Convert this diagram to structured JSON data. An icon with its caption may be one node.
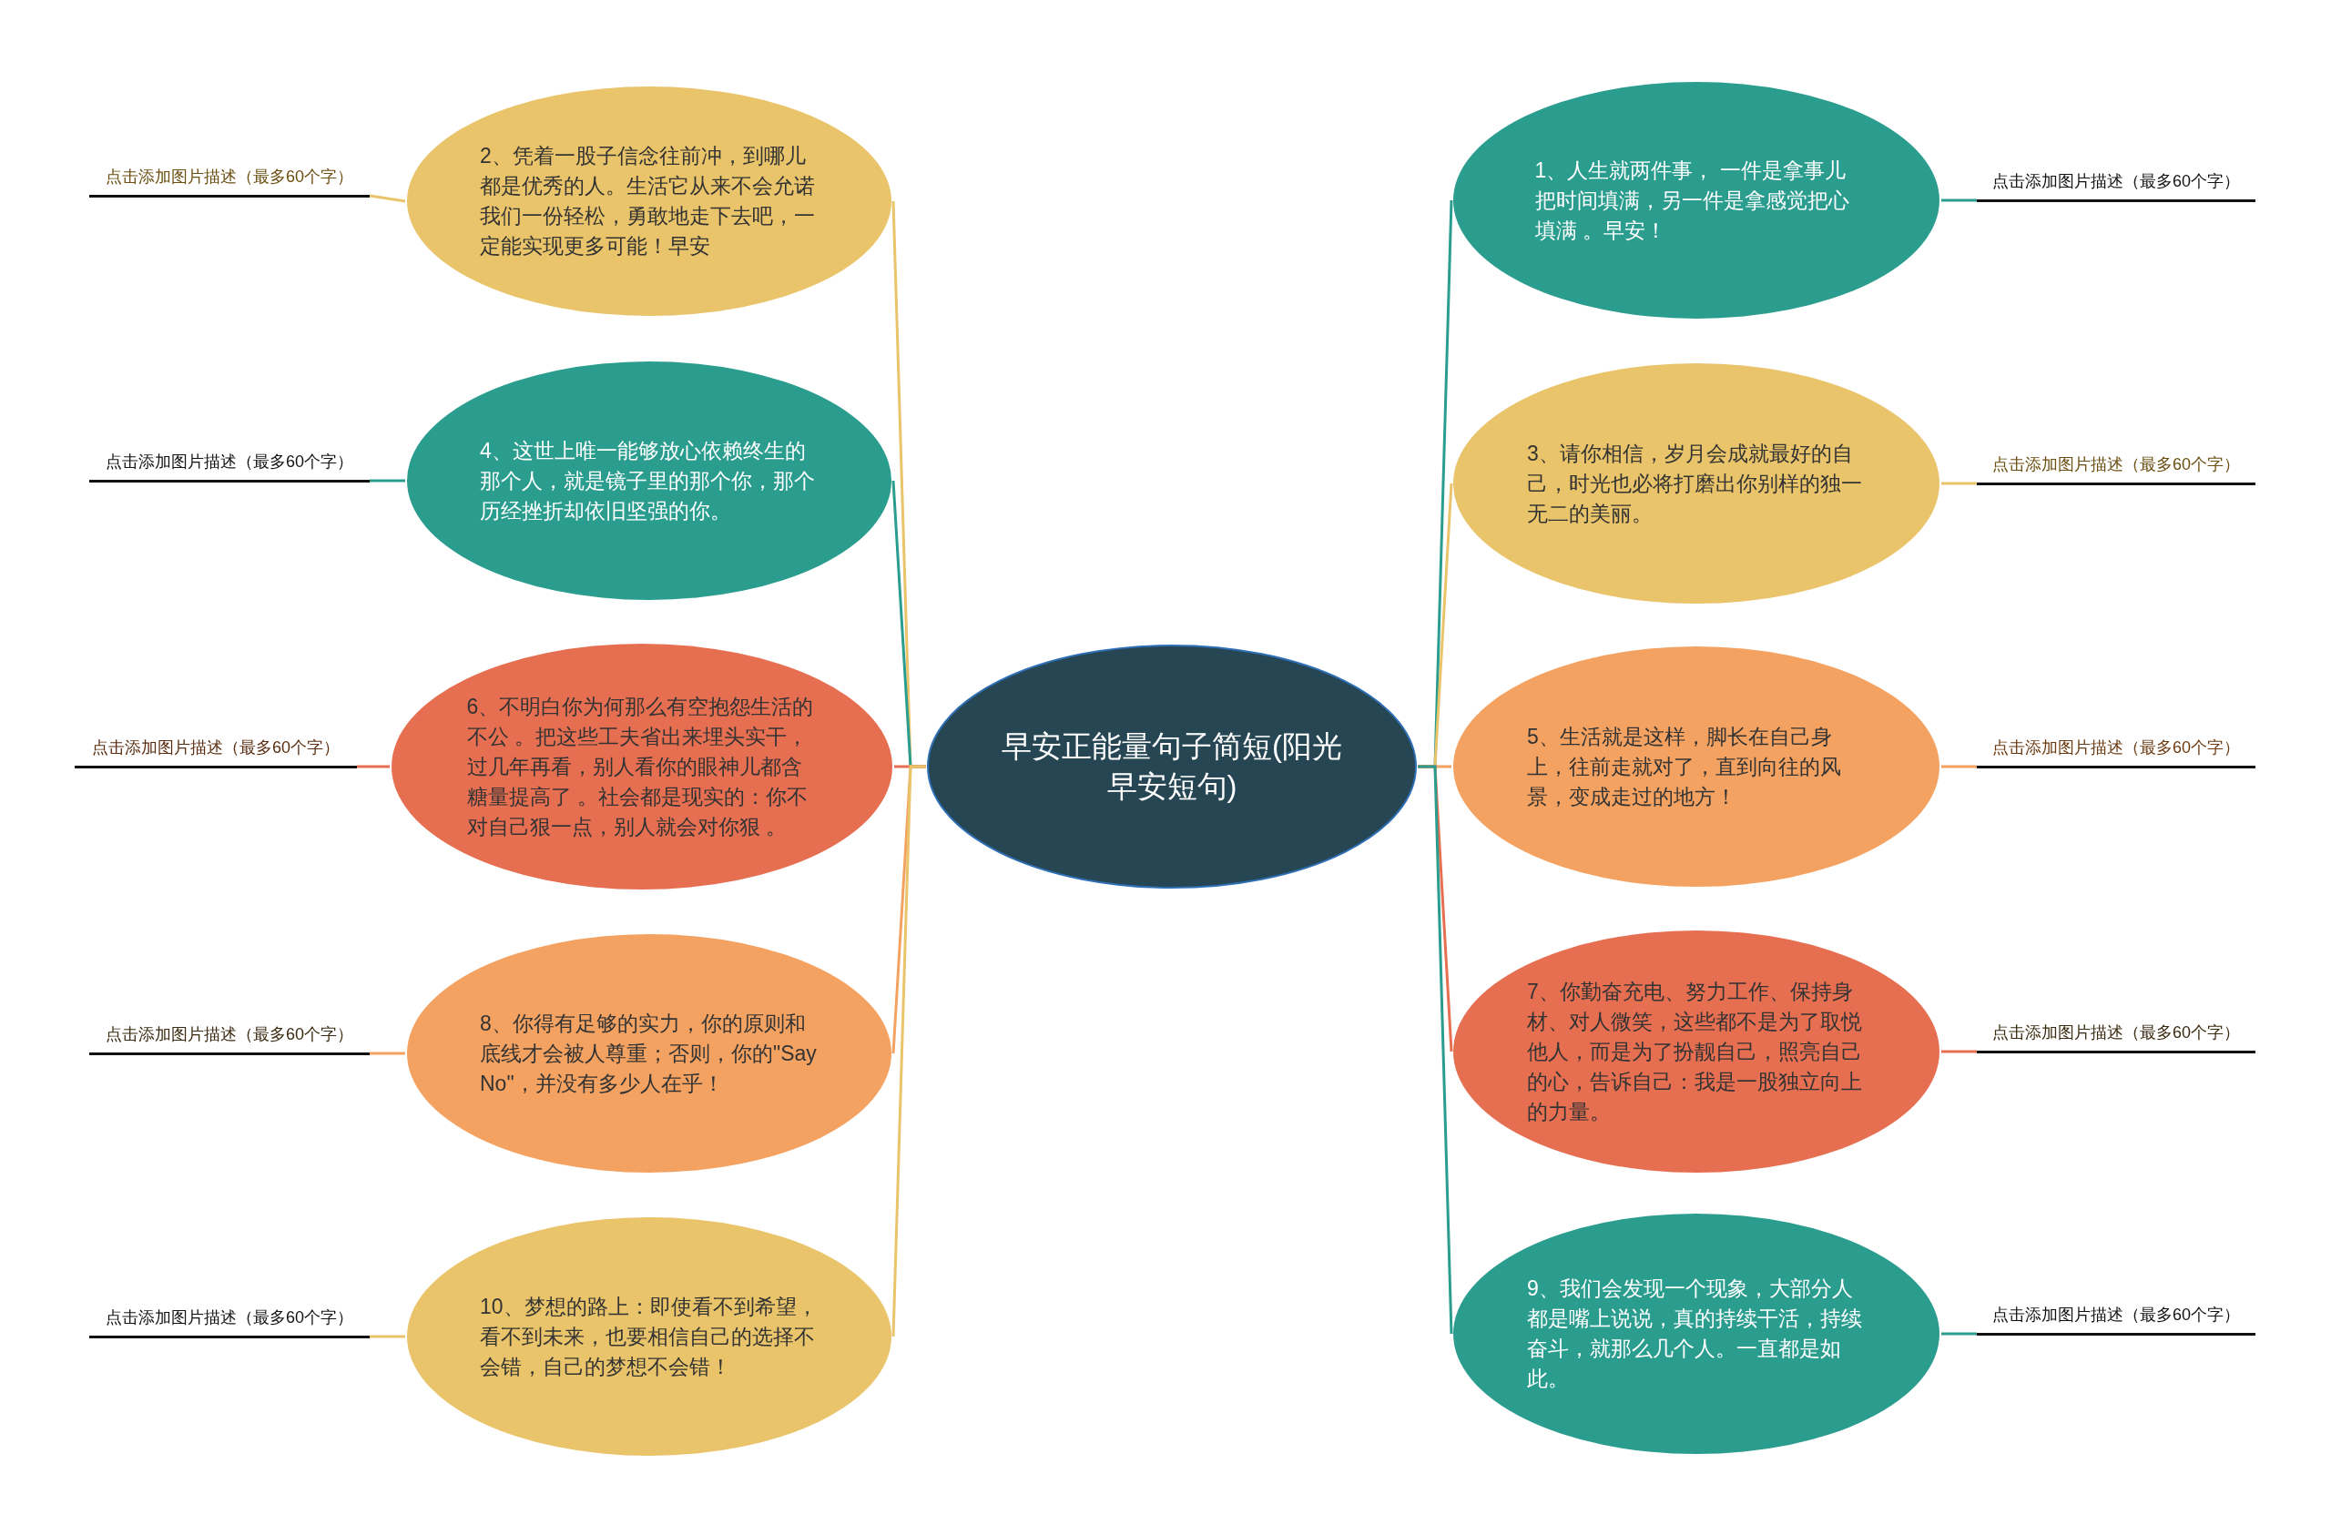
{
  "diagram": {
    "nodes": [
      {
        "text": [
          "早安正能量句子简短(阳光早安短句)"
        ]
      },
      {
        "text": [
          "1、人生就两件事， 一件是拿事儿把时间填满，另一件是拿感觉把心填满 。早安！"
        ]
      },
      {
        "text": [
          "2、凭着一股子信念往前冲，到哪儿都是优秀的人。生活它从来不会允诺我们一份轻松，勇敢地走下去吧，一定能实现更多可能！早安"
        ]
      },
      {
        "text": [
          "3、请你相信，岁月会成就最好的自己，时光也必将打磨出你别样的独一无二的美丽。"
        ]
      },
      {
        "text": [
          "4、这世上唯一能够放心依赖终生的那个人，就是镜子里的那个你，那个历经挫折却依旧坚强的你。"
        ]
      },
      {
        "text": [
          "5、生活就是这样，脚长在自己身上，往前走就对了，直到向往的风景，变成走过的地方！"
        ]
      },
      {
        "text": [
          "6、不明白你为何那么有空抱怨生活的不公 。把这些工夫省出来埋头实干，过几年再看，别人看你的眼神儿都含糖量提高了 。社会都是现实的：你不对自己狠一点，别人就会对你狠 。"
        ]
      },
      {
        "text": [
          "7、你勤奋充电、努力工作、保持身材、对人微笑，这些都不是为了取悦他人，而是为了扮靓自己，照亮自己的心，告诉自己：我是一股独立向上的力量。"
        ]
      },
      {
        "text": [
          "8、你得有足够的实力，你的原则和底线才会被人尊重；否则，你的\"Say No\"，并没有多少人在乎！"
        ]
      },
      {
        "text": [
          "9、我们会发现一个现象，大部分人都是嘴上说说，真的持续干活，持续奋斗，就那么几个人。一直都是如此。"
        ]
      },
      {
        "text": [
          "10、梦想的路上：即使看不到希望，看不到未来，也要相信自己的选择不会错，自己的梦想不会错！"
        ]
      },
      {
        "text": [
          "点击添加图片描述（最多60个字）"
        ]
      },
      {
        "text": [
          "点击添加图片描述（最多60个字）"
        ]
      },
      {
        "text": [
          "点击添加图片描述（最多60个字）"
        ]
      },
      {
        "text": [
          "点击添加图片描述（最多60个字）"
        ]
      },
      {
        "text": [
          "点击添加图片描述（最多60个字）"
        ]
      },
      {
        "text": [
          "点击添加图片描述（最多60个字）"
        ]
      },
      {
        "text": [
          "点击添加图片描述（最多60个字）"
        ]
      },
      {
        "text": [
          "点击添加图片描述（最多60个字）"
        ]
      },
      {
        "text": [
          "点击添加图片描述（最多60个字）"
        ]
      },
      {
        "text": [
          "点击添加图片描述（最多60个字）"
        ]
      }
    ],
    "edges": [
      {
        "from": 0,
        "to": 1,
        "arrow": "none",
        "color": "#2a9d8f"
      },
      {
        "from": 0,
        "to": 2,
        "arrow": "none",
        "color": "#e9c46a"
      },
      {
        "from": 0,
        "to": 3,
        "arrow": "none",
        "color": "#e9c46a"
      },
      {
        "from": 0,
        "to": 4,
        "arrow": "none",
        "color": "#2a9d8f"
      },
      {
        "from": 0,
        "to": 5,
        "arrow": "none",
        "color": "#f4a261"
      },
      {
        "from": 0,
        "to": 6,
        "arrow": "none",
        "color": "#e76f51"
      },
      {
        "from": 0,
        "to": 7,
        "arrow": "none",
        "color": "#e76f51"
      },
      {
        "from": 0,
        "to": 8,
        "arrow": "none",
        "color": "#f4a261"
      },
      {
        "from": 0,
        "to": 9,
        "arrow": "none",
        "color": "#2a9d8f"
      },
      {
        "from": 0,
        "to": 10,
        "arrow": "none",
        "color": "#e9c46a"
      },
      {
        "from": 1,
        "to": 11,
        "arrow": "none",
        "color": "#2a9d8f"
      },
      {
        "from": 2,
        "to": 12,
        "arrow": "none",
        "color": "#e9c46a"
      },
      {
        "from": 3,
        "to": 13,
        "arrow": "none",
        "color": "#e9c46a"
      },
      {
        "from": 4,
        "to": 14,
        "arrow": "none",
        "color": "#2a9d8f"
      },
      {
        "from": 5,
        "to": 15,
        "arrow": "none",
        "color": "#f4a261"
      },
      {
        "from": 6,
        "to": 16,
        "arrow": "none",
        "color": "#e76f51"
      },
      {
        "from": 7,
        "to": 17,
        "arrow": "none",
        "color": "#e76f51"
      },
      {
        "from": 8,
        "to": 18,
        "arrow": "none",
        "color": "#f4a261"
      },
      {
        "from": 9,
        "to": 19,
        "arrow": "none",
        "color": "#2a9d8f"
      },
      {
        "from": 10,
        "to": 20,
        "arrow": "none",
        "color": "#e9c46a"
      }
    ]
  }
}
